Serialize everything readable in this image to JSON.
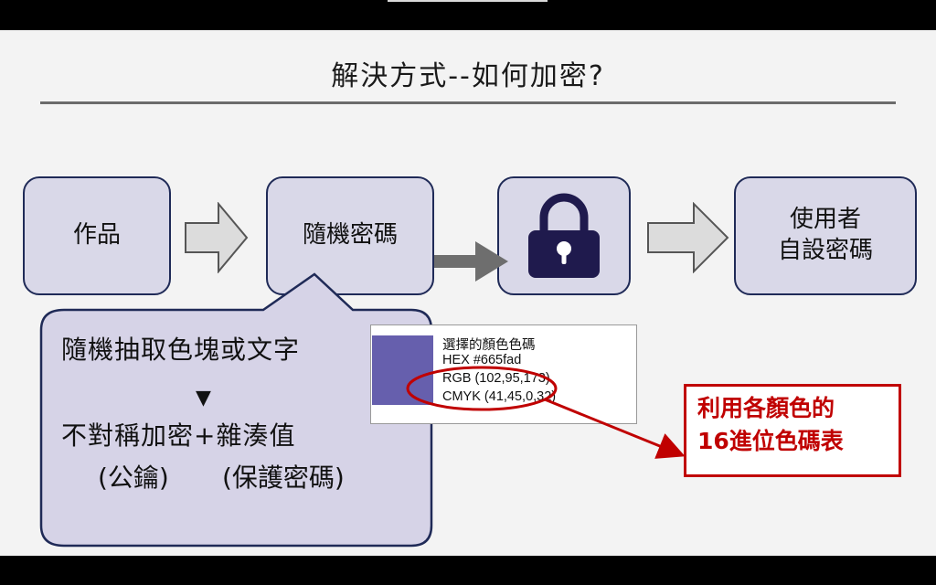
{
  "title": "解決方式--如何加密?",
  "boxes": {
    "works": "作品",
    "random_password": "隨機密碼",
    "lock_icon": "lock-icon",
    "user_password": "使用者\n自設密碼"
  },
  "callout": {
    "line1": "隨機抽取色塊或文字",
    "arrow": "▼",
    "line2": "不對稱加密+雜湊值",
    "line3a": "(公鑰)",
    "line3b": "(保護密碼)"
  },
  "color_picker": {
    "heading": "選擇的顏色色碼",
    "hex": "HEX #665fad",
    "rgb": "RGB (102,95,173)",
    "cmyk": "CMYK (41,45,0,32)",
    "swatch_color": "#665fad"
  },
  "note": {
    "line1": "利用各顏色的",
    "line2": "16進位色碼表"
  },
  "colors": {
    "box_fill": "#d9d8e8",
    "box_border": "#1f2a57",
    "lock": "#1f1a4d",
    "highlight": "#c00000"
  }
}
